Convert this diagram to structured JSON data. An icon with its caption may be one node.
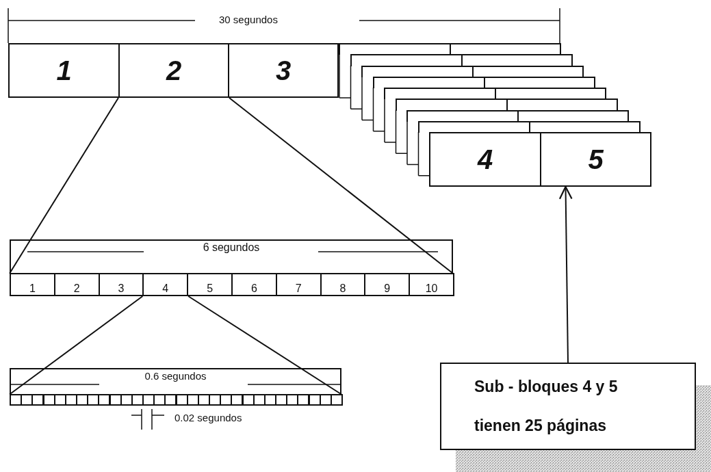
{
  "diagram": {
    "nodes": [
      {
        "text": [
          "1"
        ]
      },
      {
        "text": [
          "2"
        ]
      },
      {
        "text": [
          "3"
        ]
      },
      {
        "text": [],
        "shape": "box"
      },
      {
        "text": [],
        "shape": "box"
      },
      {
        "text": [],
        "shape": "box"
      },
      {
        "text": [],
        "shape": "box"
      },
      {
        "text": [],
        "shape": "box"
      },
      {
        "text": [],
        "shape": "box"
      },
      {
        "text": [],
        "shape": "box"
      },
      {
        "text": [],
        "shape": "box"
      },
      {
        "text": [],
        "shape": "box"
      },
      {
        "text": [],
        "shape": "box"
      },
      {
        "text": [],
        "shape": "box"
      },
      {
        "text": [],
        "shape": "box"
      },
      {
        "text": [],
        "shape": "box"
      },
      {
        "text": [],
        "shape": "box"
      },
      {
        "text": [],
        "shape": "box"
      },
      {
        "text": [],
        "shape": "box"
      },
      {
        "text": [
          "4"
        ]
      },
      {
        "text": [
          "5"
        ]
      },
      {
        "text": [
          "6 segundos"
        ]
      },
      {
        "text": [
          "1"
        ],
        "in": 21
      },
      {
        "text": [
          "2"
        ],
        "in": 21
      },
      {
        "text": [
          "3"
        ],
        "in": 21
      },
      {
        "text": [
          "4"
        ],
        "in": 21
      },
      {
        "text": [
          "5"
        ],
        "in": 21
      },
      {
        "text": [
          "6"
        ],
        "in": 21
      },
      {
        "text": [
          "7"
        ],
        "in": 21
      },
      {
        "text": [
          "8"
        ],
        "in": 21
      },
      {
        "text": [
          "9"
        ],
        "in": 21
      },
      {
        "text": [
          "10"
        ],
        "in": 21
      },
      {
        "text": [
          "0.6 segundos"
        ]
      },
      {
        "text": [],
        "shape": "box",
        "in": 32
      },
      {
        "text": [],
        "shape": "box",
        "in": 32
      },
      {
        "text": [],
        "shape": "box",
        "in": 32
      },
      {
        "text": [],
        "shape": "box",
        "in": 32
      },
      {
        "text": [],
        "shape": "box",
        "in": 32
      },
      {
        "text": [],
        "shape": "box",
        "in": 32
      },
      {
        "text": [],
        "shape": "box",
        "in": 32
      },
      {
        "text": [],
        "shape": "box",
        "in": 32
      },
      {
        "text": [],
        "shape": "box",
        "in": 32
      },
      {
        "text": [],
        "shape": "box",
        "in": 32
      },
      {
        "text": [],
        "shape": "box",
        "in": 32
      },
      {
        "text": [],
        "shape": "box",
        "in": 32
      },
      {
        "text": [],
        "shape": "box",
        "in": 32
      },
      {
        "text": [],
        "shape": "box",
        "in": 32
      },
      {
        "text": [],
        "shape": "box",
        "in": 32
      },
      {
        "text": [],
        "shape": "box",
        "in": 32
      },
      {
        "text": [],
        "shape": "box",
        "in": 32
      },
      {
        "text": [],
        "shape": "box",
        "in": 32
      },
      {
        "text": [],
        "shape": "box",
        "in": 32
      },
      {
        "text": [],
        "shape": "box",
        "in": 32
      },
      {
        "text": [],
        "shape": "box",
        "in": 32
      },
      {
        "text": [],
        "shape": "box",
        "in": 32
      },
      {
        "text": [],
        "shape": "box",
        "in": 32
      },
      {
        "text": [],
        "shape": "box",
        "in": 32
      },
      {
        "text": [],
        "shape": "box",
        "in": 32
      },
      {
        "text": [],
        "shape": "box",
        "in": 32
      },
      {
        "text": [],
        "shape": "box",
        "in": 32
      },
      {
        "text": [],
        "shape": "box",
        "in": 32
      },
      {
        "text": [],
        "shape": "box",
        "in": 32
      },
      {
        "text": [],
        "shape": "box",
        "in": 32
      },
      {
        "text": [
          "Sub - bloques 4 y 5 tienen 25 páginas"
        ]
      }
    ],
    "edges": [
      {
        "from": 1,
        "to": 21,
        "arrow": "none"
      },
      {
        "from": 1,
        "to": 21,
        "arrow": "none"
      },
      {
        "from": 25,
        "to": 32,
        "arrow": "none"
      },
      {
        "from": 25,
        "to": 32,
        "arrow": "none"
      },
      {
        "from": 63,
        "to": 20,
        "arrow": "to"
      }
    ],
    "labels": [
      "30 segundos",
      "0.02 segundos"
    ]
  }
}
